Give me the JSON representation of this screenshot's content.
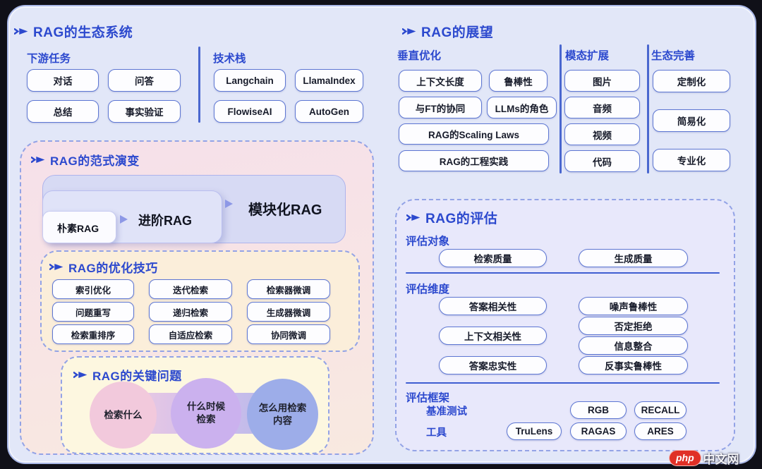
{
  "ecosystem": {
    "title": "RAG的生态系统",
    "downstream": {
      "label": "下游任务",
      "items": [
        "对话",
        "问答",
        "总结",
        "事实验证"
      ]
    },
    "stack": {
      "label": "技术栈",
      "items": [
        "Langchain",
        "LlamaIndex",
        "FlowiseAI",
        "AutoGen"
      ]
    }
  },
  "paradigm": {
    "title": "RAG的范式演变",
    "stages": [
      "朴素RAG",
      "进阶RAG",
      "模块化RAG"
    ],
    "optimization": {
      "title": "RAG的优化技巧",
      "items": [
        "索引优化",
        "迭代检索",
        "检索器微调",
        "问题重写",
        "递归检索",
        "生成器微调",
        "检索重排序",
        "自适应检索",
        "协同微调"
      ]
    },
    "key_questions": {
      "title": "RAG的关键问题",
      "items": [
        "检索什么",
        "什么时候检索",
        "怎么用检索内容"
      ]
    }
  },
  "outlook": {
    "title": "RAG的展望",
    "vertical": {
      "label": "垂直优化",
      "items": [
        "上下文长度",
        "鲁棒性",
        "与FT的协同",
        "LLMs的角色",
        "RAG的Scaling Laws",
        "RAG的工程实践"
      ]
    },
    "modal": {
      "label": "模态扩展",
      "items": [
        "图片",
        "音频",
        "视频",
        "代码"
      ]
    },
    "eco": {
      "label": "生态完善",
      "items": [
        "定制化",
        "简易化",
        "专业化"
      ]
    }
  },
  "evaluation": {
    "title": "RAG的评估",
    "targets": {
      "label": "评估对象",
      "items": [
        "检索质量",
        "生成质量"
      ]
    },
    "dimensions": {
      "label": "评估维度",
      "left": [
        "答案相关性",
        "上下文相关性",
        "答案忠实性"
      ],
      "right": [
        "噪声鲁棒性",
        "否定拒绝",
        "信息整合",
        "反事实鲁棒性"
      ]
    },
    "frameworks": {
      "label": "评估框架",
      "benchmark_label": "基准测试",
      "benchmarks": [
        "RGB",
        "RECALL"
      ],
      "tools_label": "工具",
      "tools": [
        "TruLens",
        "RAGAS",
        "ARES"
      ]
    }
  },
  "watermark": {
    "brand": "php",
    "site": "中文网"
  },
  "colors": {
    "accent_blue": "#2c49ce",
    "chip_border": "#5e77d3",
    "panel_bg": "#e2e7f8",
    "pink_panel": "#f6e1e9",
    "cream_panel": "#fbeeda",
    "yellow_panel": "#fdf7e0",
    "eval_panel": "#e8e8fb",
    "circle_pink": "#f2c9dc",
    "circle_purple": "#cbb1ee",
    "circle_blue": "#9dade9",
    "logo_red": "#e03026"
  }
}
